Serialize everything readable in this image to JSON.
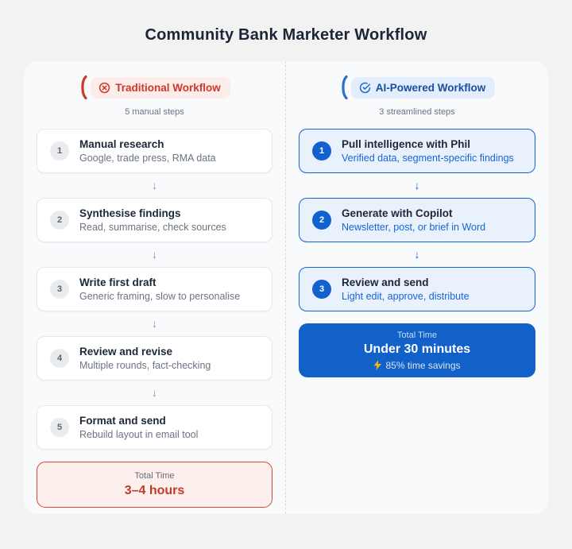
{
  "page": {
    "title": "Community Bank Marketer Workflow"
  },
  "arrow": "↓",
  "traditional": {
    "label": "Traditional Workflow",
    "subtitle": "5 manual steps",
    "icon": "circle-x",
    "steps": [
      {
        "num": "1",
        "title": "Manual research",
        "desc": "Google, trade press, RMA data"
      },
      {
        "num": "2",
        "title": "Synthesise findings",
        "desc": "Read, summarise, check sources"
      },
      {
        "num": "3",
        "title": "Write first draft",
        "desc": "Generic framing, slow to personalise"
      },
      {
        "num": "4",
        "title": "Review and revise",
        "desc": "Multiple rounds, fact-checking"
      },
      {
        "num": "5",
        "title": "Format and send",
        "desc": "Rebuild layout in email tool"
      }
    ],
    "total": {
      "label": "Total Time",
      "value": "3–4 hours"
    }
  },
  "ai": {
    "label": "AI-Powered Workflow",
    "subtitle": "3 streamlined steps",
    "icon": "check-circle",
    "steps": [
      {
        "num": "1",
        "title": "Pull intelligence with Phil",
        "desc": "Verified data, segment-specific findings"
      },
      {
        "num": "2",
        "title": "Generate with Copilot",
        "desc": "Newsletter, post, or brief in Word"
      },
      {
        "num": "3",
        "title": "Review and send",
        "desc": "Light edit, approve, distribute"
      }
    ],
    "total": {
      "label": "Total Time",
      "value": "Under 30 minutes",
      "savings": "85% time savings"
    }
  },
  "colors": {
    "traditional_accent": "#cd3829",
    "traditional_bg": "#fcecea",
    "ai_accent": "#1565d8",
    "ai_solid": "#1161c9",
    "ai_bg": "#e9f1fc",
    "panel_bg": "#f9fafc",
    "page_bg": "#f1f2f1",
    "lightning": "#f6b710"
  }
}
